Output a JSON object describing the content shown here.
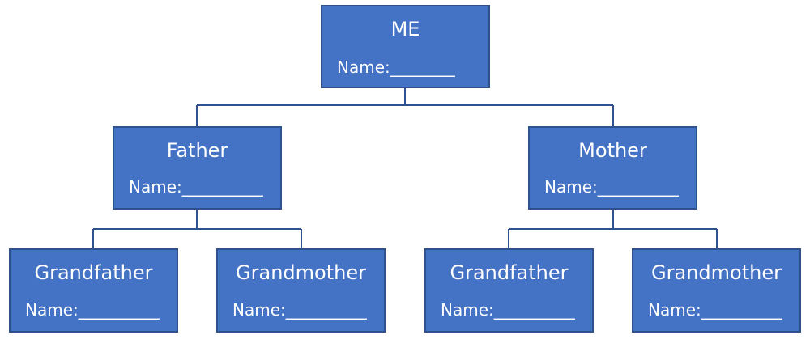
{
  "tree": {
    "me": {
      "title": "ME",
      "name": "Name:________"
    },
    "father": {
      "title": "Father",
      "name": "Name:__________"
    },
    "mother": {
      "title": "Mother",
      "name": "Name:__________"
    },
    "paternal_grandfather": {
      "title": "Grandfather",
      "name": "Name:__________"
    },
    "paternal_grandmother": {
      "title": "Grandmother",
      "name": "Name:__________"
    },
    "maternal_grandfather": {
      "title": "Grandfather",
      "name": "Name:__________"
    },
    "maternal_grandmother": {
      "title": "Grandmother",
      "name": "Name:__________"
    }
  },
  "colors": {
    "node_fill": "#4472c4",
    "node_border": "#2f528f",
    "connector": "#2f528f",
    "text": "#ffffff"
  }
}
